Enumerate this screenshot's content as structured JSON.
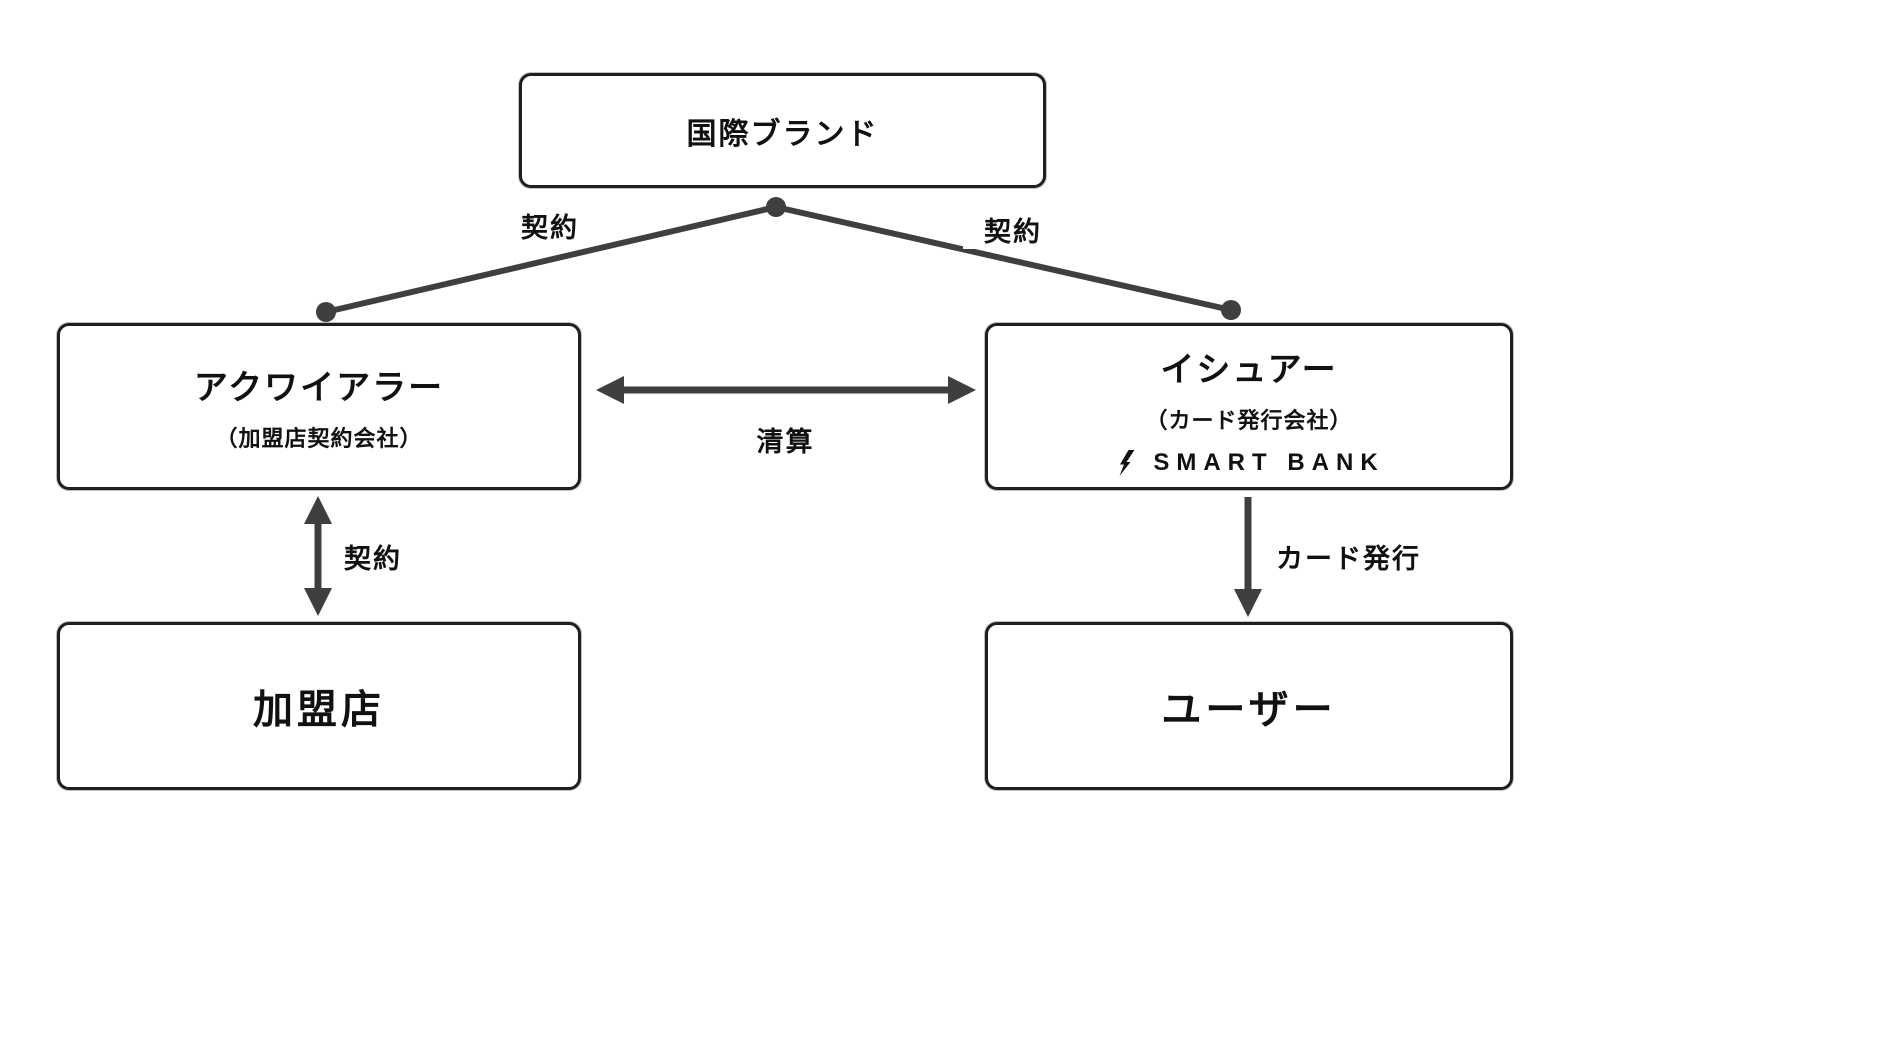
{
  "diagram": {
    "title": "credit-card-scheme-diagram",
    "nodes": {
      "brand": {
        "label": "国際ブランド"
      },
      "acquirer": {
        "label": "アクワイアラー",
        "subtitle": "（加盟店契約会社）"
      },
      "issuer": {
        "label": "イシュアー",
        "subtitle": "（カード発行会社）",
        "logo_text": "SMART BANK"
      },
      "merchant": {
        "label": "加盟店"
      },
      "user": {
        "label": "ユーザー"
      }
    },
    "edges": {
      "brand_to_acquirer": {
        "label": "契約",
        "style": "line-with-dots"
      },
      "brand_to_issuer": {
        "label": "契約",
        "style": "line-with-dots"
      },
      "acquirer_issuer": {
        "label": "清算",
        "style": "double-arrow-horizontal"
      },
      "acquirer_merchant": {
        "label": "契約",
        "style": "double-arrow-vertical"
      },
      "issuer_user": {
        "label": "カード発行",
        "style": "single-arrow-down"
      }
    },
    "colors": {
      "line": "#3f3f3f",
      "border": "#1f1f1f",
      "background": "#ffffff",
      "text": "#111111"
    }
  }
}
